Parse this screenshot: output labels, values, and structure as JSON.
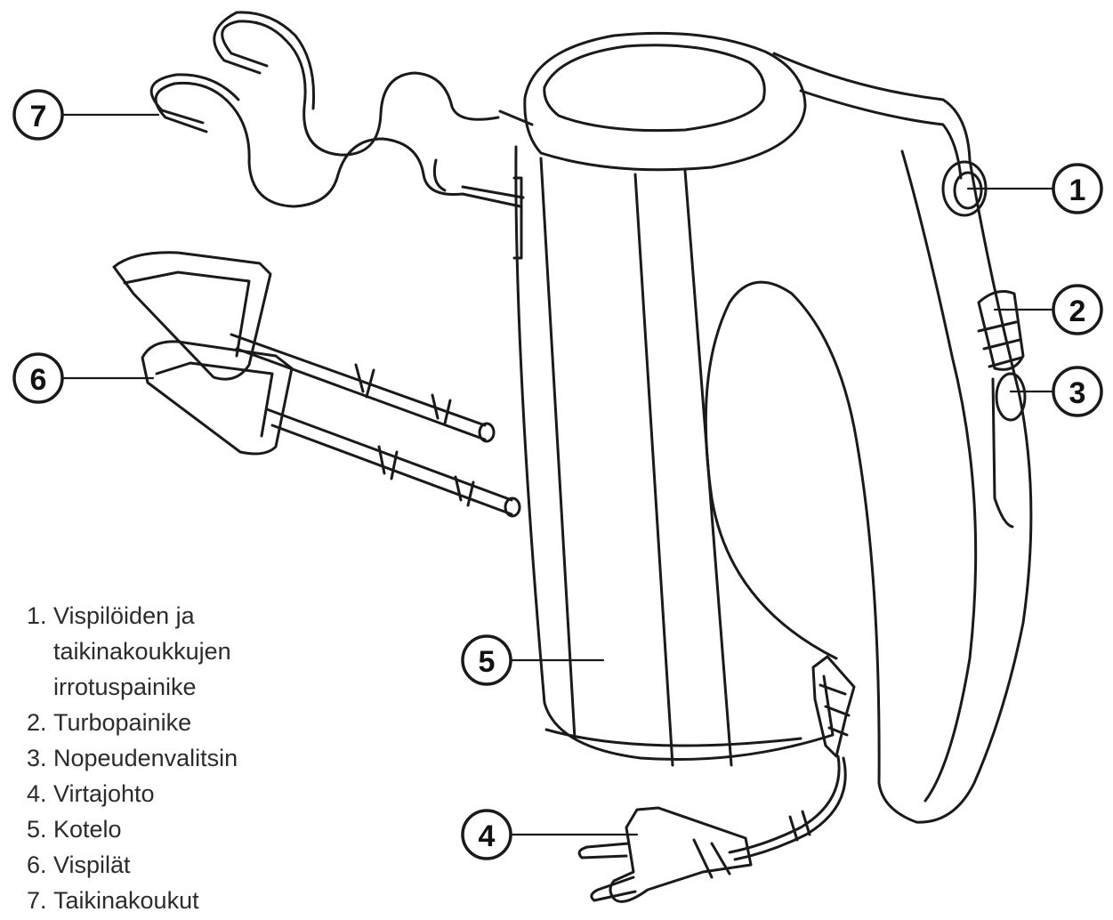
{
  "callouts": {
    "c1": "1",
    "c2": "2",
    "c3": "3",
    "c4": "4",
    "c5": "5",
    "c6": "6",
    "c7": "7"
  },
  "legend": [
    {
      "num": "1.",
      "text": "Vispilöiden ja taikinakoukkujen irrotuspainike"
    },
    {
      "num": "2.",
      "text": "Turbopainike"
    },
    {
      "num": "3.",
      "text": "Nopeudenvalitsin"
    },
    {
      "num": "4.",
      "text": "Virtajohto"
    },
    {
      "num": "5.",
      "text": "Kotelo"
    },
    {
      "num": "6.",
      "text": "Vispilät"
    },
    {
      "num": "7.",
      "text": "Taikinakoukut"
    }
  ],
  "colors": {
    "line": "#1a1a1a",
    "text": "#2b2b2b",
    "background": "#ffffff"
  }
}
